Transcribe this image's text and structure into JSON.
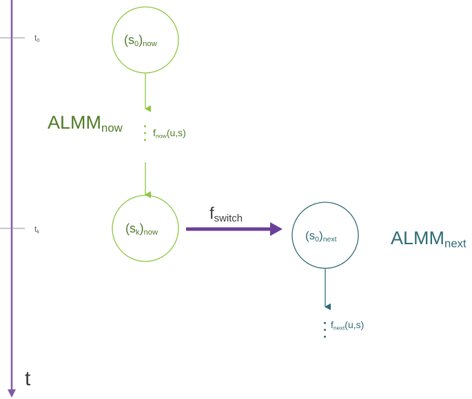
{
  "colors": {
    "time_axis": "#7f5aa8",
    "switch_arrow": "#6a3f99",
    "now_model": "#8dc63f",
    "now_text": "#4f7a28",
    "next_model": "#2e6b73",
    "tick": "#8c8c8c"
  },
  "time_axis": {
    "label": "t",
    "ticks": [
      {
        "base": "t",
        "sub": "0"
      },
      {
        "base": "t",
        "sub": "k"
      }
    ]
  },
  "now_model": {
    "name": {
      "base": "ALMM",
      "sub": "now"
    },
    "state_start": {
      "base": "(s",
      "sub1": "0",
      "mid": ")",
      "sub2": "now"
    },
    "state_end": {
      "base": "(s",
      "sub1": "k",
      "mid": ")",
      "sub2": "now"
    },
    "transition": {
      "base": "f",
      "sub": "now",
      "tail": "(u,s)"
    }
  },
  "switch": {
    "base": "f",
    "sub": "switch"
  },
  "next_model": {
    "name": {
      "base": "ALMM",
      "sub": "next"
    },
    "state_start": {
      "base": "(s",
      "sub1": "0",
      "mid": ")",
      "sub2": "next"
    },
    "transition": {
      "base": "f",
      "sub": "next",
      "tail": "(u,s)"
    }
  }
}
